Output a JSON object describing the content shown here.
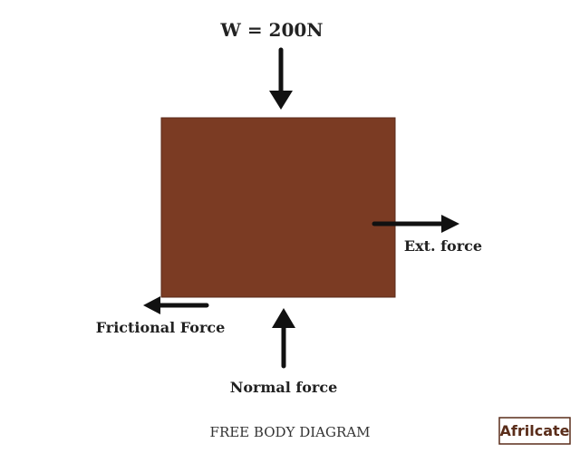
{
  "diagram": {
    "weight_label": "W = 200N",
    "ext_force_label": "Ext. force",
    "friction_label": "Frictional Force",
    "normal_label": "Normal force",
    "caption": "FREE BODY DIAGRAM",
    "logo": "Afrilcate"
  },
  "colors": {
    "block": "#7b3b23",
    "block_border": "#5a2a18",
    "arrow": "#111111",
    "logo_border": "#5a2d1a"
  }
}
